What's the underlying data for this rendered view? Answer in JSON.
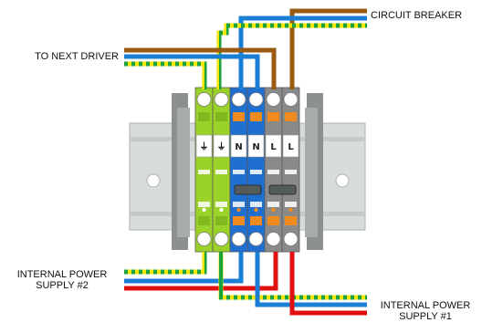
{
  "labels": {
    "circuit_breaker": "CIRCUIT BREAKER",
    "to_next_driver": "TO NEXT DRIVER",
    "internal_power_supply_2_line1": "INTERNAL POWER",
    "internal_power_supply_2_line2": "SUPPLY #2",
    "internal_power_supply_1_line1": "INTERNAL POWER",
    "internal_power_supply_1_line2": "SUPPLY #1"
  },
  "terminal_markers": [
    "⏚",
    "⏚",
    "N",
    "N",
    "L",
    "L"
  ],
  "terminals": [
    {
      "function": "ground",
      "color": "#9bd22a"
    },
    {
      "function": "ground",
      "color": "#9bd22a"
    },
    {
      "function": "neutral",
      "color": "#1f6fd1"
    },
    {
      "function": "neutral",
      "color": "#1f6fd1"
    },
    {
      "function": "line",
      "color": "#8a8a8a"
    },
    {
      "function": "line",
      "color": "#8a8a8a"
    }
  ],
  "wire_colors": {
    "ground": "#f3e600",
    "ground_stripe": "#1aa33a",
    "neutral": "#1a7fd4",
    "line_supply": "#e01010",
    "line_breaker": "#9a5a12"
  },
  "colors": {
    "din_rail": "#d8dcdc",
    "din_rail_edge": "#aab0b0",
    "end_bracket": "#8c9090",
    "release_tab": "#f28b1e"
  }
}
